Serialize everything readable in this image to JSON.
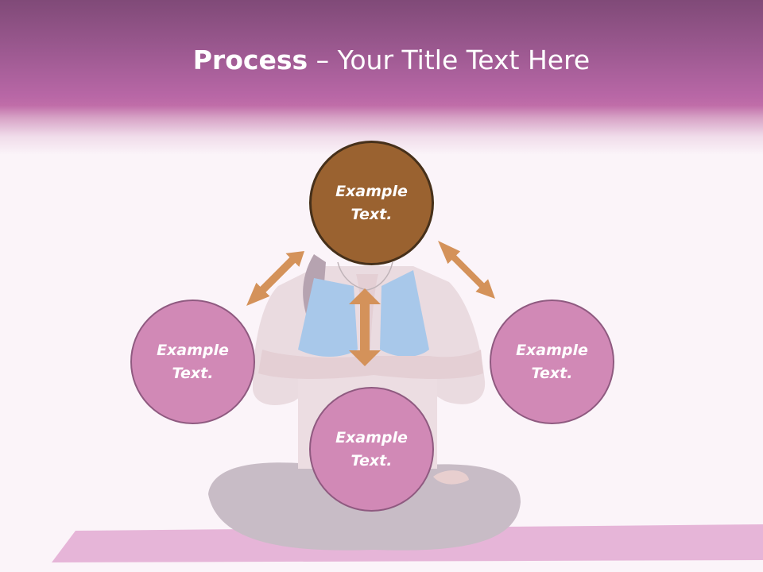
{
  "title": {
    "bold": "Process",
    "rest": " – Your Title Text Here"
  },
  "nodes": {
    "top": "Example\nText.",
    "left": "Example\nText.",
    "right": "Example\nText.",
    "bottom": "Example\nText."
  },
  "colors": {
    "header": "#b867a6",
    "center_fill": "#9a6230",
    "center_border": "#46301a",
    "side_fill": "#d189b6",
    "side_border": "#8f5a80",
    "arrow": "#d4925a",
    "background": "#fbf4f9"
  }
}
